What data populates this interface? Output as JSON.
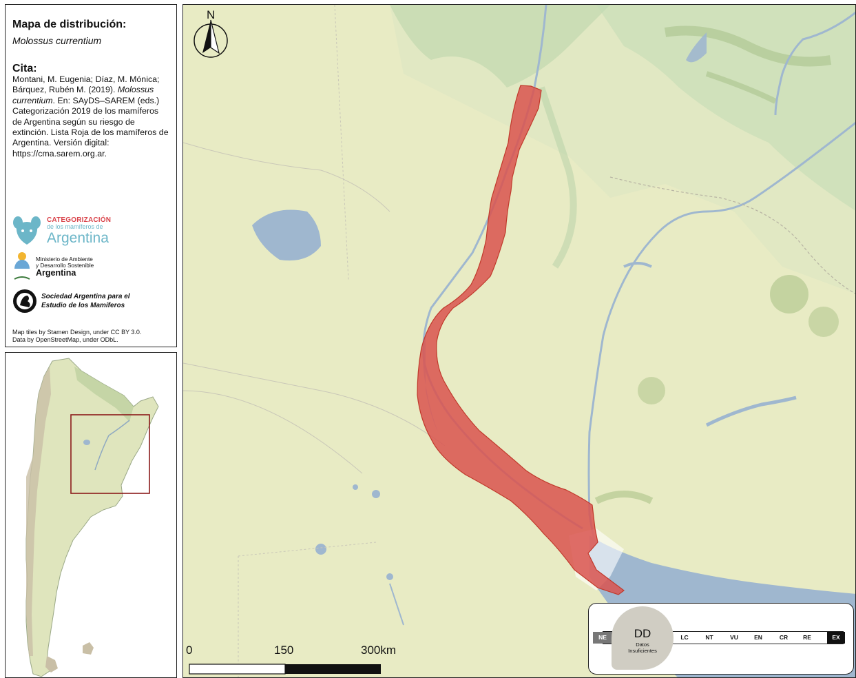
{
  "info": {
    "title": "Mapa de distribución:",
    "species": "Molossus currentium",
    "cita_heading": "Cita:",
    "citation_part1": "Montani, M. Eugenia; Díaz, M. Mónica; Bárquez, Rubén M. (2019). ",
    "citation_species": "Molossus currentium",
    "citation_part2": ". En: SAyDS–SAREM (eds.) Categorización 2019 de los mamíferos de Argentina según su riesgo de extinción. Lista Roja de los mamíferos de Argentina. Versión digital: https://cma.sarem.org.ar.",
    "credits_line1": "Map tiles by Stamen Design, under CC BY 3.0.",
    "credits_line2": "Data by OpenStreetMap, under ODbL."
  },
  "logos": {
    "categorizacion_title": "CATEGORIZACIÓN",
    "categorizacion_sub": "de los mamíferos de",
    "categorizacion_big": "Argentina",
    "ministerio_line1": "Ministerio de Ambiente",
    "ministerio_line2": "y Desarrollo Sostenible",
    "ministerio_line3": "Argentina",
    "sarem_line1": "Sociedad Argentina para el",
    "sarem_line2": "Estudio de los Mamíferos"
  },
  "map": {
    "north_label": "N",
    "scale_labels": [
      "0",
      "150",
      "300km"
    ]
  },
  "legend": {
    "current_code": "DD",
    "current_name_line1": "Datos",
    "current_name_line2": "Insuficientes",
    "categories": [
      "NE",
      "LC",
      "NT",
      "VU",
      "EN",
      "CR",
      "RE",
      "EX"
    ]
  },
  "colors": {
    "land": "#e8ebc4",
    "water": "#9fb7cf",
    "range_fill": "#d9534f",
    "forest": "#8fae6c",
    "inset_box": "#8b1a1a",
    "legend_badge": "#d0cdc3"
  }
}
